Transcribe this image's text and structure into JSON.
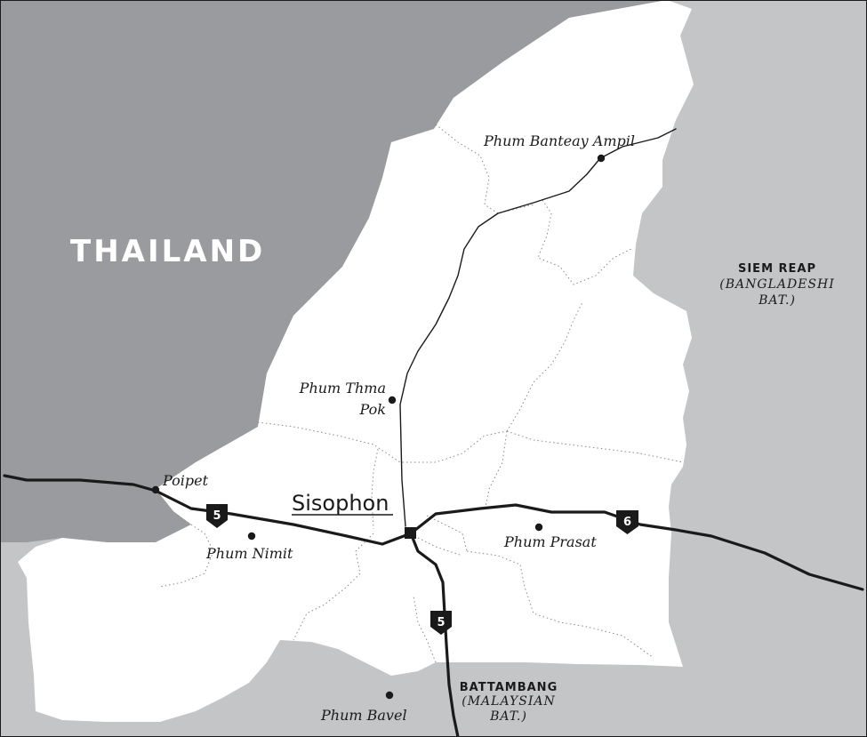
{
  "map": {
    "colors": {
      "thailand": "#9a9b9e",
      "neighbor_provinces": "#c4c5c7",
      "province": "#ffffff",
      "roads": "#1a1a1a",
      "boundaries": "#8a8a8a"
    },
    "country_label": "THAILAND",
    "capital": "Sisophon",
    "provinces": {
      "siem_reap": {
        "name": "SIEM REAP",
        "line1": "(BANGLADESHI",
        "line2": "BAT.)"
      },
      "battambang": {
        "name": "BATTAMBANG",
        "line1": "(MALAYSIAN",
        "line2": "BAT.)"
      }
    },
    "towns": {
      "banteay_ampil": "Phum Banteay Ampil",
      "thma_pok_1": "Phum Thma",
      "thma_pok_2": "Pok",
      "poipet": "Poipet",
      "nimit": "Phum Nimit",
      "prasat": "Phum Prasat",
      "bavel": "Phum Bavel"
    },
    "highways": {
      "route_5": "5",
      "route_6": "6"
    }
  }
}
